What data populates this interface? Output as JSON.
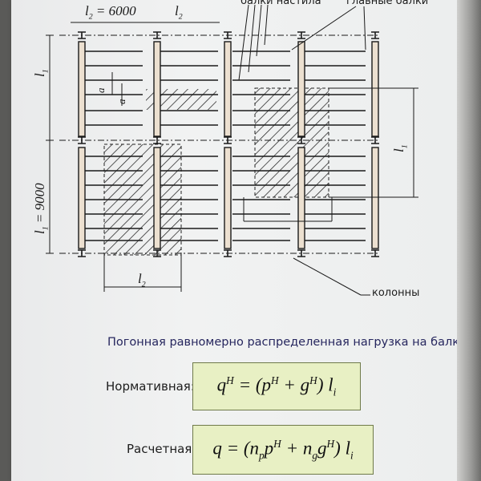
{
  "labels": {
    "span_l2_dim": "6000",
    "span_l1_dim": "9000",
    "l_sym": "l",
    "sub_1": "1",
    "sub_2": "2",
    "eq": "=",
    "a": "a",
    "deck_beams": "балки настила",
    "main_beams": "главные балки",
    "columns": "колонны"
  },
  "text": {
    "heading": "Погонная равномерно распределенная нагрузка на балку",
    "normative_label": "Нормативная:",
    "design_label": "Расчетная:"
  },
  "formulas": {
    "normative": {
      "q": "q",
      "H": "H",
      "eq": " = (",
      "p": "p",
      "plus": " + ",
      "g": "g",
      "close": ") ",
      "l": "l",
      "i": "i"
    },
    "design": {
      "q": "q",
      "eq": " = (",
      "n": "n",
      "p_sub": "p",
      "p": "p",
      "H": "H",
      "plus": " + ",
      "g_sub": "g",
      "g": "g",
      "close": ") ",
      "l": "l",
      "i": "i"
    }
  },
  "colors": {
    "poster": "#eeeff0",
    "formula_bg": "#e8f0c4",
    "beam_fill": "#ece0d0",
    "line": "#1a1a1a"
  }
}
